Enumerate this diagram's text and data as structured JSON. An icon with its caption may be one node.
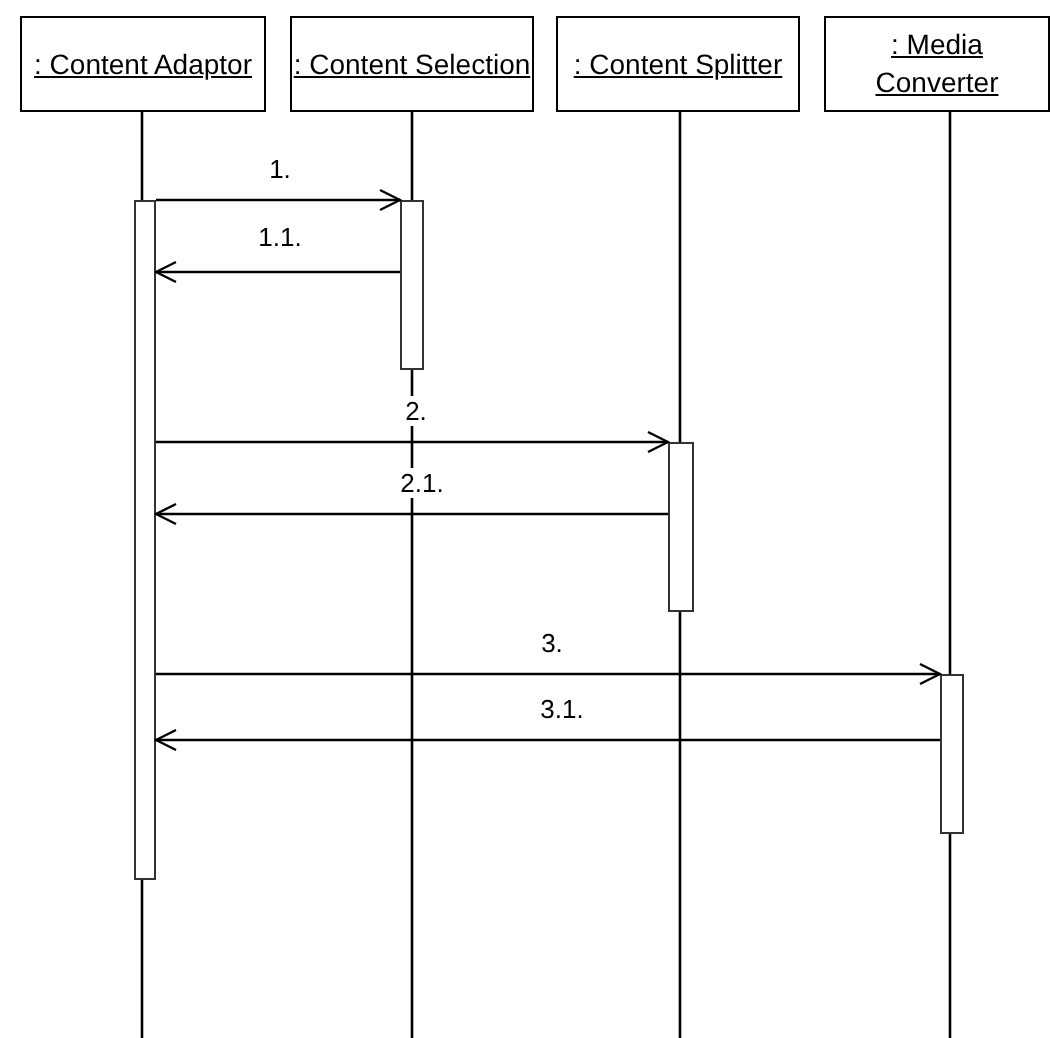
{
  "diagram": {
    "nodes": [
      {
        "text": [
          ": Content Adaptor"
        ]
      },
      {
        "text": [
          ": Content Selection"
        ]
      },
      {
        "text": [
          ": Content Splitter"
        ]
      },
      {
        "text": [
          ": Media Converter"
        ]
      },
      {
        "text": [],
        "shape": "bar"
      },
      {
        "text": [],
        "shape": "bar"
      },
      {
        "text": [],
        "shape": "bar"
      },
      {
        "text": [],
        "shape": "bar"
      }
    ],
    "edges": [
      {
        "from": 4,
        "to": 5,
        "arrow": "to",
        "label": "1."
      },
      {
        "from": 5,
        "to": 4,
        "arrow": "to",
        "label": "1.1."
      },
      {
        "from": 4,
        "to": 6,
        "arrow": "to",
        "label": "2."
      },
      {
        "from": 6,
        "to": 4,
        "arrow": "to",
        "label": "2.1."
      },
      {
        "from": 4,
        "to": 7,
        "arrow": "to",
        "label": "3."
      },
      {
        "from": 7,
        "to": 4,
        "arrow": "to",
        "label": "3.1."
      }
    ]
  }
}
